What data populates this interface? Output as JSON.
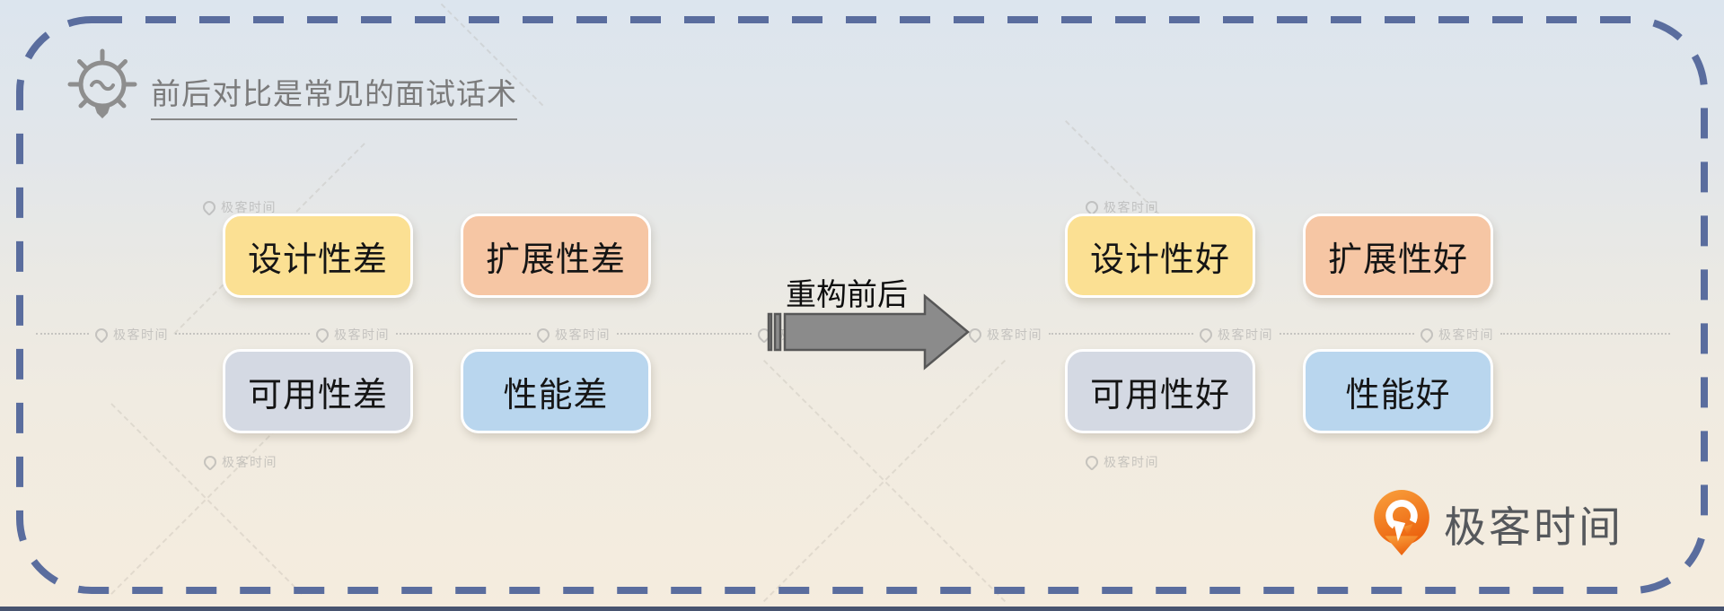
{
  "header": {
    "title": "前后对比是常见的面试话术"
  },
  "before_group": {
    "boxes": [
      {
        "label": "设计性差",
        "color": "#fbe093"
      },
      {
        "label": "扩展性差",
        "color": "#f6c6a4"
      },
      {
        "label": "可用性差",
        "color": "#d4d9e3"
      },
      {
        "label": "性能差",
        "color": "#b9d6ee"
      }
    ]
  },
  "transition": {
    "label": "重构前后",
    "arrow_fill": "#8b8b8b",
    "arrow_stroke": "#575757"
  },
  "after_group": {
    "boxes": [
      {
        "label": "设计性好",
        "color": "#fbe093"
      },
      {
        "label": "扩展性好",
        "color": "#f6c6a4"
      },
      {
        "label": "可用性好",
        "color": "#d4d9e3"
      },
      {
        "label": "性能好",
        "color": "#b9d6ee"
      }
    ]
  },
  "watermark": {
    "label": "极客时间"
  },
  "brand": {
    "name": "极客时间",
    "icon_color_top": "#f9a13d",
    "icon_color_bottom": "#ec6410"
  },
  "frame": {
    "border_color": "#5a6d9e"
  }
}
